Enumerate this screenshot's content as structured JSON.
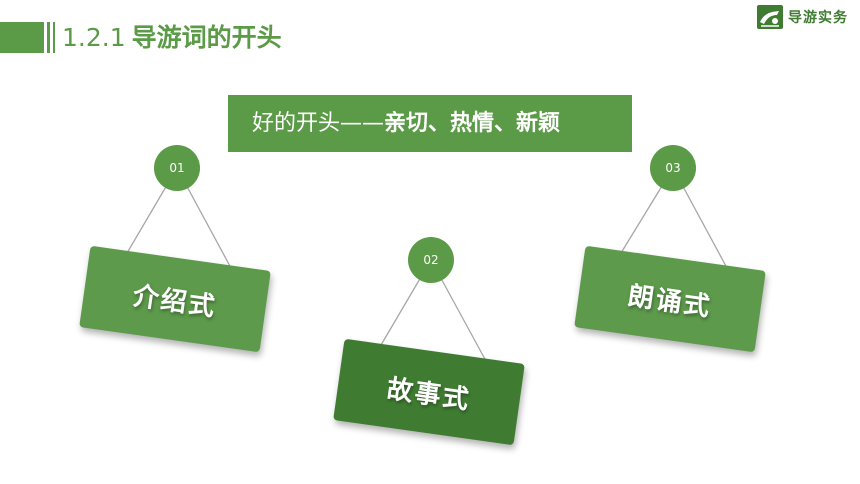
{
  "header": {
    "section_number": "1.2.1",
    "title": "导游词的开头"
  },
  "logo": {
    "icon": "tour-guide-logo-icon",
    "text": "导游实务"
  },
  "banner": {
    "lead": "好的开头——",
    "keywords": "亲切、热情、新颖"
  },
  "methods": [
    {
      "number": "01",
      "label": "介绍式"
    },
    {
      "number": "02",
      "label": "故事式"
    },
    {
      "number": "03",
      "label": "朗诵式"
    }
  ],
  "colors": {
    "primary": "#5b9a47",
    "dark": "#3f7c32",
    "string": "#a6a6a6",
    "background": "#ffffff"
  }
}
